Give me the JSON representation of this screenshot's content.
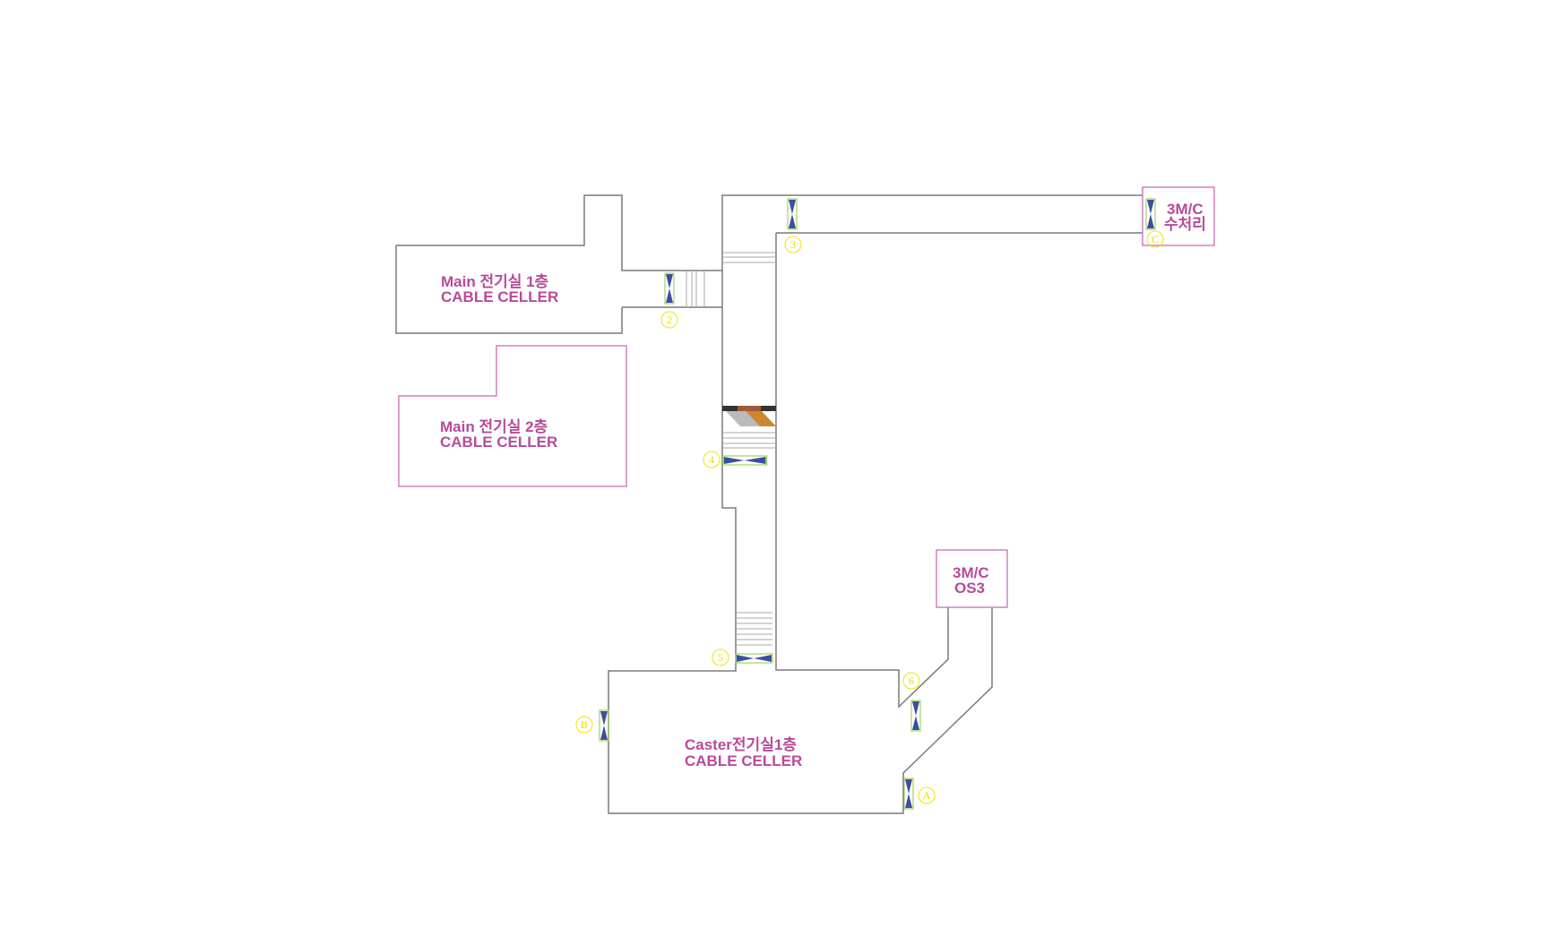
{
  "rooms": {
    "main1": {
      "line1": "Main 전기실 1층",
      "line2": "CABLE CELLER"
    },
    "main2": {
      "line1": "Main 전기실 2층",
      "line2": "CABLE CELLER"
    },
    "caster": {
      "line1": "Caster전기실1층",
      "line2": "CABLE CELLER"
    },
    "water": {
      "line1": "3M/C",
      "line2": "수처리"
    },
    "os3": {
      "line1": "3M/C",
      "line2": "OS3"
    }
  },
  "markers": {
    "m2": "2",
    "m3": "3",
    "m4": "4",
    "m5": "5",
    "m6": "6",
    "a": "A",
    "b": "B",
    "c": "C"
  },
  "colors": {
    "wall": "#7a7a7a",
    "pink": "#c86cb8",
    "text": "#b84a9a",
    "door": "#3a4fa0",
    "marker": "#f0e400"
  }
}
